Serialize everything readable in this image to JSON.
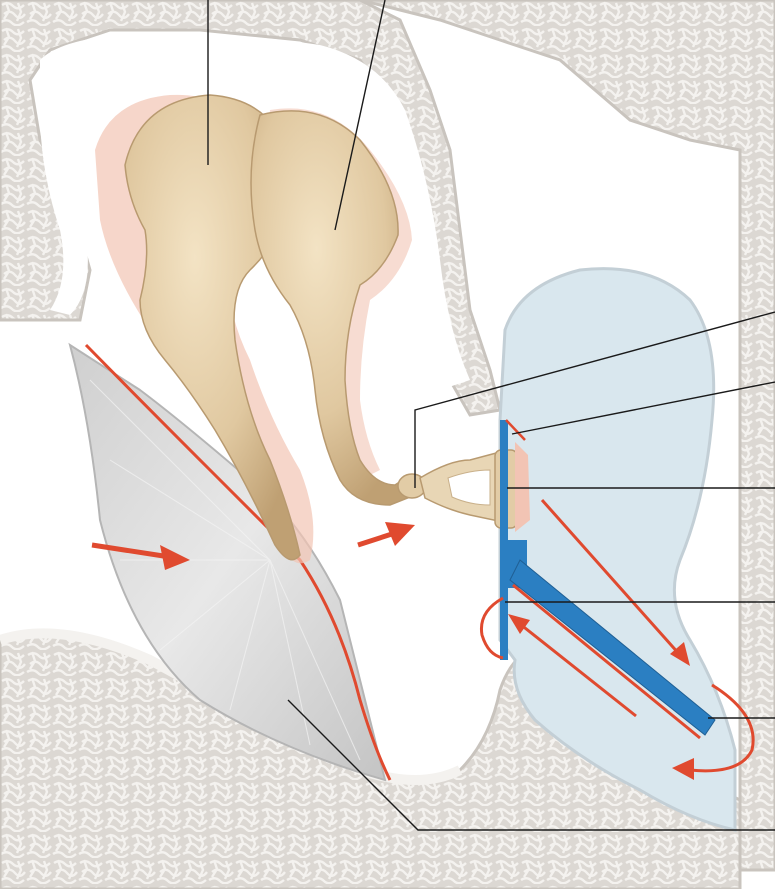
{
  "figure": {
    "subject": "middle-ear-ossicles-cross-section",
    "labels_visible": false,
    "leader_line_count": 8
  },
  "structures": [
    {
      "id": "malleus-head"
    },
    {
      "id": "incus-body"
    },
    {
      "id": "incus-lenticular-process"
    },
    {
      "id": "stapes"
    },
    {
      "id": "oval-window"
    },
    {
      "id": "round-window"
    },
    {
      "id": "basilar-membrane"
    },
    {
      "id": "tympanic-membrane"
    }
  ],
  "colors": {
    "bone": "#e8e4df",
    "bone_edge": "#c9c4be",
    "ossicle": "#e2cca6",
    "ossicle_shadow": "#b89a70",
    "ligament_pink": "#f2c4b4",
    "membrane": "#d6d6d6",
    "fluid": "#d9e7ee",
    "arrow_red": "#e04a2f",
    "duct_blue": "#2b7fc2",
    "line": "#1a1a1a"
  }
}
